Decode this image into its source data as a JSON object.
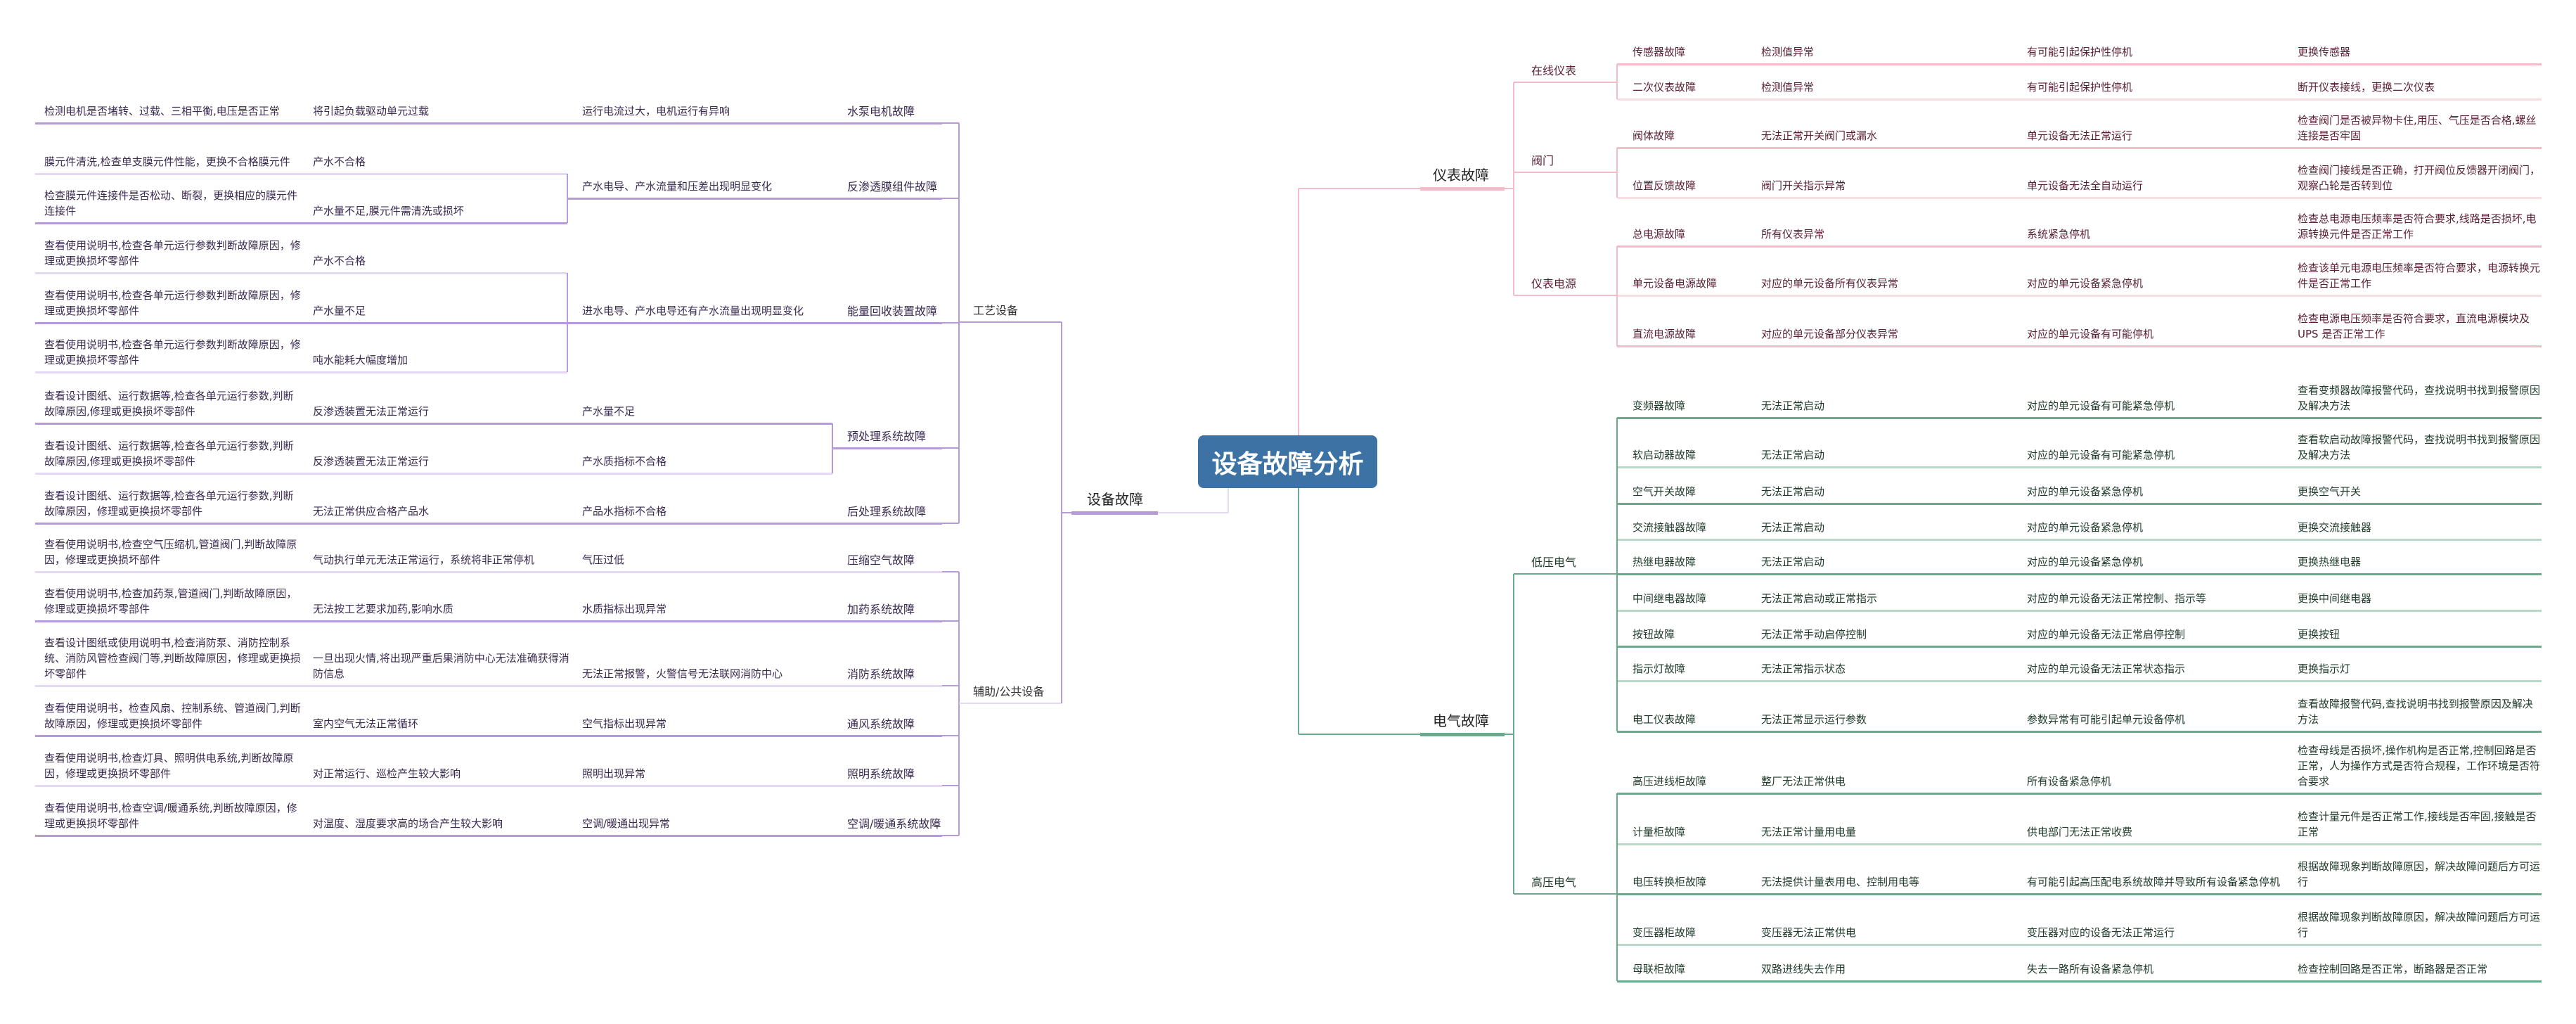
{
  "root": {
    "title": "设备故障分析"
  },
  "colors": {
    "root": "#3d72a4",
    "equipment": "#b79ad8",
    "instrument": "#f2bcc9",
    "electrical": "#6aaa8c"
  },
  "equipment": {
    "label": "设备故障",
    "categories": [
      {
        "label": "工艺设备",
        "faults": [
          {
            "name": "水泵电机故障",
            "symptom": "运行电流过大，电机运行有异响",
            "rows": [
              {
                "solution": "检测电机是否堵转、过载、三相平衡,电压是否正常",
                "effect": "将引起负载驱动单元过载"
              }
            ]
          },
          {
            "name": "反渗透膜组件故障",
            "symptom": "产水电导、产水流量和压差出现明显变化",
            "rows": [
              {
                "solution": "膜元件清洗,检查单支膜元件性能，更换不合格膜元件",
                "effect": "产水不合格"
              },
              {
                "solution": "检查膜元件连接件是否松动、断裂，更换相应的膜元件连接件",
                "effect": "产水量不足,膜元件需清洗或损坏"
              }
            ]
          },
          {
            "name": "能量回收装置故障",
            "symptom": "进水电导、产水电导还有产水流量出现明显变化",
            "rows": [
              {
                "solution": "查看使用说明书,检查各单元运行参数判断故障原因，修理或更换损坏零部件",
                "effect": "产水不合格"
              },
              {
                "solution": "查看使用说明书,检查各单元运行参数判断故障原因，修理或更换损坏零部件",
                "effect": "产水量不足"
              },
              {
                "solution": "查看使用说明书,检查各单元运行参数判断故障原因，修理或更换损坏零部件",
                "effect": "吨水能耗大幅度增加"
              }
            ]
          },
          {
            "name": "预处理系统故障",
            "rows": [
              {
                "solution": "查看设计图纸、运行数据等,检查各单元运行参数,判断故障原因,修理或更换损坏零部件",
                "effect": "反渗透装置无法正常运行",
                "symptom": "产水量不足"
              },
              {
                "solution": "查看设计图纸、运行数据等,检查各单元运行参数,判断故障原因,修理或更换损坏零部件",
                "effect": "反渗透装置无法正常运行",
                "symptom": "产水质指标不合格"
              }
            ]
          },
          {
            "name": "后处理系统故障",
            "symptom": "产品水指标不合格",
            "rows": [
              {
                "solution": "查看设计图纸、运行数据等,检查各单元运行参数,判断故障原因，修理或更换损坏零部件",
                "effect": "无法正常供应合格产品水"
              }
            ]
          }
        ]
      },
      {
        "label": "辅助/公共设备",
        "faults": [
          {
            "name": "压缩空气故障",
            "symptom": "气压过低",
            "rows": [
              {
                "solution": "查看使用说明书,检查空气压缩机,管道阀门,判断故障原因，修理或更换损坏部件",
                "effect": "气动执行单元无法正常运行，系统将非正常停机"
              }
            ]
          },
          {
            "name": "加药系统故障",
            "symptom": "水质指标出现异常",
            "rows": [
              {
                "solution": "查看使用说明书,检查加药泵,管道阀门,判断故障原因，修理或更换损坏零部件",
                "effect": "无法按工艺要求加药,影响水质"
              }
            ]
          },
          {
            "name": "消防系统故障",
            "symptom": "无法正常报警，火警信号无法联网消防中心",
            "rows": [
              {
                "solution": "查看设计图纸或使用说明书,检查消防泵、消防控制系统、消防风管检查阀门等,判断故障原因，修理或更换损坏零部件",
                "effect": "一旦出现火情,将出现严重后果消防中心无法准确获得消防信息"
              }
            ]
          },
          {
            "name": "通风系统故障",
            "symptom": "空气指标出现异常",
            "rows": [
              {
                "solution": "查看使用说明书，检查风扇、控制系统、管道阀门,判断故障原因，修理或更换损坏零部件",
                "effect": "室内空气无法正常循环"
              }
            ]
          },
          {
            "name": "照明系统故障",
            "symptom": "照明出现异常",
            "rows": [
              {
                "solution": "查看使用说明书,检查灯具、照明供电系统,判断故障原因，修理或更换损坏零部件",
                "effect": "对正常运行、巡检产生较大影响"
              }
            ]
          },
          {
            "name": "空调/暖通系统故障",
            "symptom": "空调/暖通出现异常",
            "rows": [
              {
                "solution": "查看使用说明书,检查空调/暖通系统,判断故障原因，修理或更换损坏零部件",
                "effect": "对温度、湿度要求高的场合产生较大影响"
              }
            ]
          }
        ]
      }
    ]
  },
  "instrument": {
    "label": "仪表故障",
    "groups": [
      {
        "label": "在线仪表",
        "rows": [
          {
            "name": "传感器故障",
            "symptom": "检测值异常",
            "effect": "有可能引起保护性停机",
            "solution": "更换传感器"
          },
          {
            "name": "二次仪表故障",
            "symptom": "检测值异常",
            "effect": "有可能引起保护性停机",
            "solution": "断开仪表接线，更换二次仪表"
          }
        ]
      },
      {
        "label": "阀门",
        "rows": [
          {
            "name": "阀体故障",
            "symptom": "无法正常开关阀门或漏水",
            "effect": "单元设备无法正常运行",
            "solution": "检查阀门是否被异物卡住,用压、气压是否合格,螺丝连接是否牢固"
          },
          {
            "name": "位置反馈故障",
            "symptom": "阀门开关指示异常",
            "effect": "单元设备无法全自动运行",
            "solution": "检查阀门接线是否正确，打开阀位反馈器开闭阀门，观察凸轮是否转到位"
          }
        ]
      },
      {
        "label": "仪表电源",
        "rows": [
          {
            "name": "总电源故障",
            "symptom": "所有仪表异常",
            "effect": "系统紧急停机",
            "solution": "检查总电源电压频率是否符合要求,线路是否损坏,电源转换元件是否正常工作"
          },
          {
            "name": "单元设备电源故障",
            "symptom": "对应的单元设备所有仪表异常",
            "effect": "对应的单元设备紧急停机",
            "solution": "检查该单元电源电压频率是否符合要求，电源转换元件是否正常工作"
          },
          {
            "name": "直流电源故障",
            "symptom": "对应的单元设备部分仪表异常",
            "effect": "对应的单元设备有可能停机",
            "solution": "检查电源电压频率是否符合要求，直流电源模块及 UPS 是否正常工作"
          }
        ]
      }
    ]
  },
  "electrical": {
    "label": "电气故障",
    "groups": [
      {
        "label": "低压电气",
        "rows": [
          {
            "name": "变频器故障",
            "symptom": "无法正常启动",
            "effect": "对应的单元设备有可能紧急停机",
            "solution": "查看变频器故障报警代码，查找说明书找到报警原因及解决方法"
          },
          {
            "name": "软启动器故障",
            "symptom": "无法正常启动",
            "effect": "对应的单元设备有可能紧急停机",
            "solution": "查看软启动故障报警代码，查找说明书找到报警原因及解决方法"
          },
          {
            "name": "空气开关故障",
            "symptom": "无法正常启动",
            "effect": "对应的单元设备紧急停机",
            "solution": "更换空气开关"
          },
          {
            "name": "交流接触器故障",
            "symptom": "无法正常启动",
            "effect": "对应的单元设备紧急停机",
            "solution": "更换交流接触器"
          },
          {
            "name": "热继电器故障",
            "symptom": "无法正常启动",
            "effect": "对应的单元设备紧急停机",
            "solution": "更换热继电器"
          },
          {
            "name": "中间继电器故障",
            "symptom": "无法正常启动或正常指示",
            "effect": "对应的单元设备无法正常控制、指示等",
            "solution": "更换中间继电器"
          },
          {
            "name": "按钮故障",
            "symptom": "无法正常手动启停控制",
            "effect": "对应的单元设备无法正常启停控制",
            "solution": "更换按钮"
          },
          {
            "name": "指示灯故障",
            "symptom": "无法正常指示状态",
            "effect": "对应的单元设备无法正常状态指示",
            "solution": "更换指示灯"
          },
          {
            "name": "电工仪表故障",
            "symptom": "无法正常显示运行参数",
            "effect": "参数异常有可能引起单元设备停机",
            "solution": "查看故障报警代码,查找说明书找到报警原因及解决方法"
          }
        ]
      },
      {
        "label": "高压电气",
        "rows": [
          {
            "name": "高压进线柜故障",
            "symptom": "整厂无法正常供电",
            "effect": "所有设备紧急停机",
            "solution": "检查母线是否损坏,操作机构是否正常,控制回路是否正常，人为操作方式是否符合规程，工作环境是否符合要求"
          },
          {
            "name": "计量柜故障",
            "symptom": "无法正常计量用电量",
            "effect": "供电部门无法正常收费",
            "solution": "检查计量元件是否正常工作,接线是否牢固,接触是否正常"
          },
          {
            "name": "电压转换柜故障",
            "symptom": "无法提供计量表用电、控制用电等",
            "effect": "有可能引起高压配电系统故障并导致所有设备紧急停机",
            "solution": "根据故障现象判断故障原因，解决故障问题后方可运行"
          },
          {
            "name": "变压器柜故障",
            "symptom": "变压器无法正常供电",
            "effect": "变压器对应的设备无法正常运行",
            "solution": "根据故障现象判断故障原因，解决故障问题后方可运行"
          },
          {
            "name": "母联柜故障",
            "symptom": "双路进线失去作用",
            "effect": "失去一路所有设备紧急停机",
            "solution": "检查控制回路是否正常，断路器是否正常"
          }
        ]
      }
    ]
  }
}
